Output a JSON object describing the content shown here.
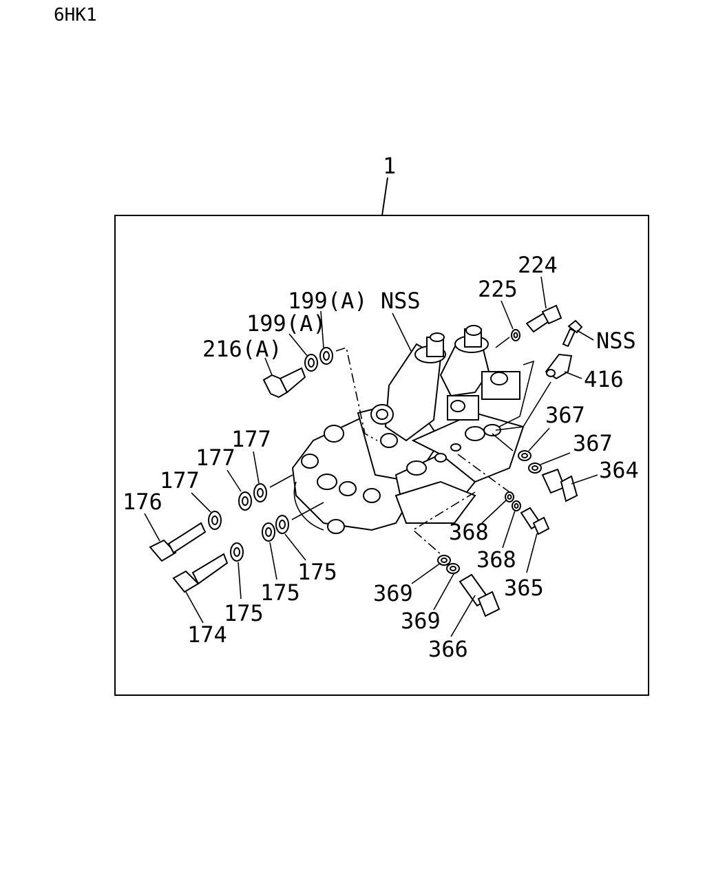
{
  "model": "6HK1",
  "assembly_label": "1",
  "callouts": [
    {
      "id": "c216a",
      "text": "216(A)"
    },
    {
      "id": "c199a_1",
      "text": "199(A)"
    },
    {
      "id": "c199a_nss",
      "text": "199(A) NSS"
    },
    {
      "id": "c225",
      "text": "225"
    },
    {
      "id": "c224",
      "text": "224"
    },
    {
      "id": "cnss",
      "text": "NSS"
    },
    {
      "id": "c416",
      "text": "416"
    },
    {
      "id": "c367a",
      "text": "367"
    },
    {
      "id": "c367b",
      "text": "367"
    },
    {
      "id": "c364",
      "text": "364"
    },
    {
      "id": "c177a",
      "text": "177"
    },
    {
      "id": "c177b",
      "text": "177"
    },
    {
      "id": "c177c",
      "text": "177"
    },
    {
      "id": "c176",
      "text": "176"
    },
    {
      "id": "c175a",
      "text": "175"
    },
    {
      "id": "c175b",
      "text": "175"
    },
    {
      "id": "c175c",
      "text": "175"
    },
    {
      "id": "c174",
      "text": "174"
    },
    {
      "id": "c368a",
      "text": "368"
    },
    {
      "id": "c368b",
      "text": "368"
    },
    {
      "id": "c365",
      "text": "365"
    },
    {
      "id": "c369a",
      "text": "369"
    },
    {
      "id": "c369b",
      "text": "369"
    },
    {
      "id": "c366",
      "text": "366"
    }
  ]
}
